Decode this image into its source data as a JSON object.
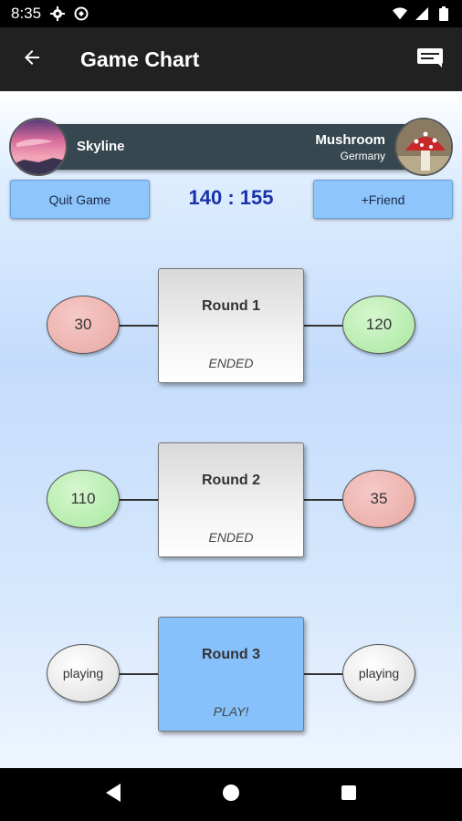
{
  "status_bar": {
    "time": "8:35"
  },
  "app_bar": {
    "title": "Game Chart"
  },
  "players": {
    "left": {
      "name": "Skyline"
    },
    "right": {
      "name": "Mushroom",
      "country": "Germany"
    }
  },
  "actions": {
    "quit_label": "Quit Game",
    "friend_label": "+Friend"
  },
  "score": "140 : 155",
  "rounds": [
    {
      "title": "Round 1",
      "status": "ENDED",
      "left_score": "30",
      "right_score": "120"
    },
    {
      "title": "Round 2",
      "status": "ENDED",
      "left_score": "110",
      "right_score": "35"
    },
    {
      "title": "Round 3",
      "status": "PLAY!",
      "left_score": "playing",
      "right_score": "playing"
    }
  ],
  "colors": {
    "app_bar": "#212121",
    "accent_button": "#8ec5fb",
    "score_text": "#1a33aa",
    "lose_oval": "#e8a8a4",
    "win_oval": "#a8e8a0"
  }
}
